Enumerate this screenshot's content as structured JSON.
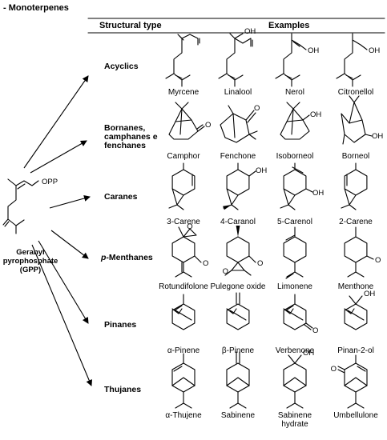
{
  "title": "- Monoterpenes",
  "header": {
    "structural_type": "Structural type",
    "examples": "Examples"
  },
  "precursor": {
    "label_lines": [
      "Geranyl",
      "pyrophosphate",
      "(GPP)"
    ],
    "group": "OPP"
  },
  "classes": [
    {
      "label_lines": [
        "Acyclics"
      ],
      "examples": [
        {
          "name": [
            "Myrcene"
          ]
        },
        {
          "name": [
            "Linalool"
          ],
          "atoms": [
            "OH"
          ]
        },
        {
          "name": [
            "Nerol"
          ],
          "atoms": [
            "OH"
          ]
        },
        {
          "name": [
            "Citronellol"
          ],
          "atoms": [
            "OH"
          ]
        }
      ]
    },
    {
      "label_lines": [
        "Bornanes,",
        "camphanes e",
        "fenchanes"
      ],
      "examples": [
        {
          "name": [
            "Camphor"
          ],
          "atoms": [
            "O"
          ]
        },
        {
          "name": [
            "Fenchone"
          ],
          "atoms": [
            "O"
          ]
        },
        {
          "name": [
            "Isoborneol"
          ],
          "atoms": [
            "OH"
          ]
        },
        {
          "name": [
            "Borneol"
          ],
          "atoms": [
            "OH"
          ]
        }
      ]
    },
    {
      "label_lines": [
        "Caranes"
      ],
      "examples": [
        {
          "name": [
            "3-Carene"
          ]
        },
        {
          "name": [
            "4-Caranol"
          ],
          "atoms": [
            "OH"
          ]
        },
        {
          "name": [
            "5-Carenol"
          ],
          "atoms": [
            "OH"
          ]
        },
        {
          "name": [
            "2-Carene"
          ]
        }
      ]
    },
    {
      "label_lines": [
        "p-Menthanes"
      ],
      "examples": [
        {
          "name": [
            "Rotundifolone"
          ],
          "atoms": [
            "O",
            "O"
          ]
        },
        {
          "name": [
            "Pulegone oxide"
          ],
          "atoms": [
            "O",
            "O"
          ]
        },
        {
          "name": [
            "Limonene"
          ]
        },
        {
          "name": [
            "Menthone"
          ],
          "atoms": [
            "O"
          ]
        }
      ]
    },
    {
      "label_lines": [
        "Pinanes"
      ],
      "examples": [
        {
          "name": [
            "α-Pinene"
          ]
        },
        {
          "name": [
            "β-Pinene"
          ]
        },
        {
          "name": [
            "Verbenone"
          ],
          "atoms": [
            "O"
          ]
        },
        {
          "name": [
            "Pinan-2-ol"
          ],
          "atoms": [
            "OH"
          ]
        }
      ]
    },
    {
      "label_lines": [
        "Thujanes"
      ],
      "examples": [
        {
          "name": [
            "α-Thujene"
          ]
        },
        {
          "name": [
            "Sabinene"
          ]
        },
        {
          "name": [
            "Sabinene",
            "hydrate"
          ],
          "atoms": [
            "OH"
          ]
        },
        {
          "name": [
            "Umbellulone"
          ],
          "atoms": [
            "O"
          ]
        }
      ]
    }
  ]
}
